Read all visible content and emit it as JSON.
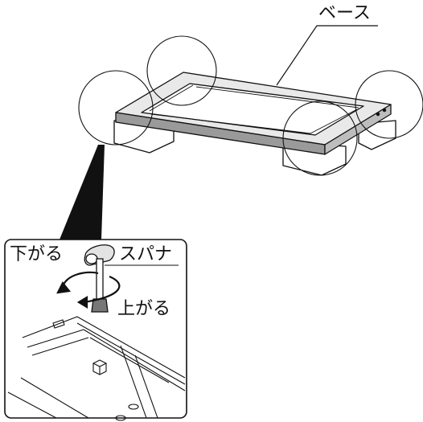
{
  "labels": {
    "base": "ベース",
    "lower": "下がる",
    "spanner": "スパナ",
    "raise": "上がる"
  },
  "colors": {
    "line": "#111111",
    "frame_fill": "#9a9a9a",
    "frame_light": "#d6d6d6",
    "background": "#ffffff"
  },
  "icons": [
    "spanner-icon",
    "rotate-arrow-icon"
  ]
}
